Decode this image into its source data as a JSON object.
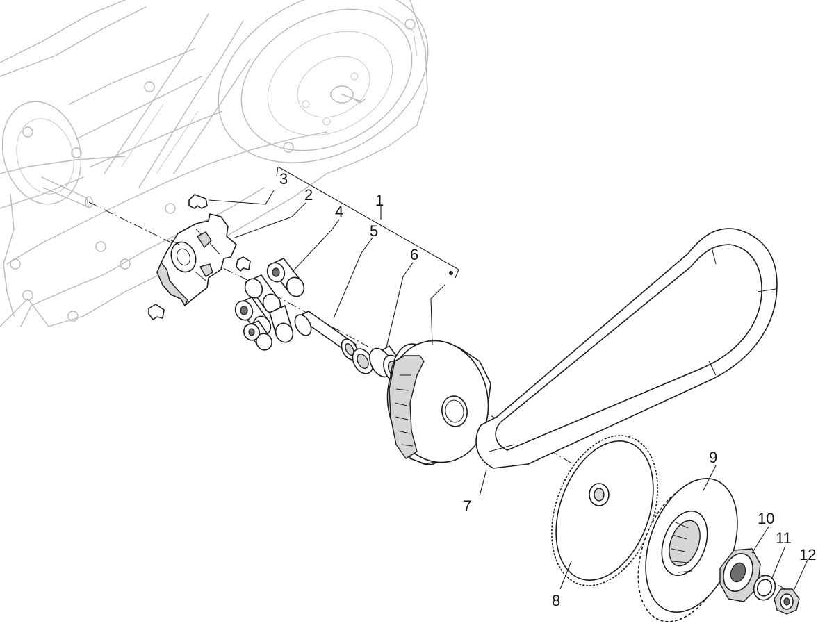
{
  "diagram": {
    "callouts": [
      {
        "id": "1",
        "label": "1"
      },
      {
        "id": "2",
        "label": "2"
      },
      {
        "id": "3",
        "label": "3"
      },
      {
        "id": "4",
        "label": "4"
      },
      {
        "id": "5",
        "label": "5"
      },
      {
        "id": "6",
        "label": "6"
      },
      {
        "id": "7",
        "label": "7"
      },
      {
        "id": "8",
        "label": "8"
      },
      {
        "id": "9",
        "label": "9"
      },
      {
        "id": "10",
        "label": "10"
      },
      {
        "id": "11",
        "label": "11"
      },
      {
        "id": "12",
        "label": "12"
      }
    ],
    "colors": {
      "line": "#1a1a1a",
      "ghost": "#b9b9b9",
      "shade": "#d6d6d6",
      "background": "#ffffff"
    }
  }
}
